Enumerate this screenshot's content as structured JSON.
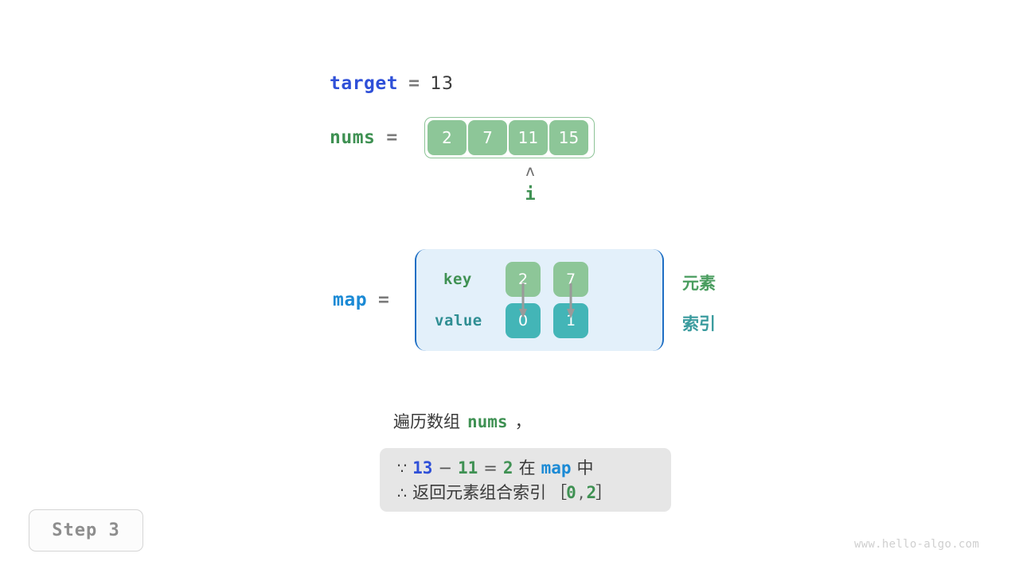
{
  "target": {
    "name": "target",
    "eq": "=",
    "value": "13"
  },
  "nums": {
    "name": "nums",
    "eq": "=",
    "cells": [
      "2",
      "7",
      "11",
      "15"
    ],
    "pointer": {
      "caret": "ʌ",
      "label": "i",
      "index": 2
    }
  },
  "map": {
    "name": "map",
    "eq": "=",
    "row_labels": {
      "key": "key",
      "value": "value"
    },
    "keys": [
      "2",
      "7"
    ],
    "values": [
      "0",
      "1"
    ],
    "side_notes": {
      "elements": "元素",
      "indices": "索引"
    }
  },
  "description": {
    "lead_text": "遍历数组",
    "lead_var": "nums",
    "lead_comma": "，",
    "callout": {
      "line1": {
        "symbol": "∵",
        "a": "13",
        "minus": "−",
        "b": "11",
        "eq": "=",
        "c": "2",
        "zai": "在",
        "map": "map",
        "zhong": "中"
      },
      "line2": {
        "symbol": "∴",
        "text": "返回元素组合索引",
        "bracket_open": "［",
        "i0": "0",
        "comma": ",",
        "i1": "2",
        "bracket_close": "］"
      }
    }
  },
  "step_badge": "Step 3",
  "watermark": "www.hello-algo.com",
  "colors": {
    "blue": "#2f50d8",
    "light_blue": "#1b8ad5",
    "green": "#3f9153",
    "cell_green": "#8dc698",
    "cell_teal": "#43b5b7",
    "map_bg": "#e3f0fa",
    "map_border": "#1f6fc4",
    "callout_bg": "#e6e6e6",
    "arrow_gray": "#9a9a9a"
  }
}
